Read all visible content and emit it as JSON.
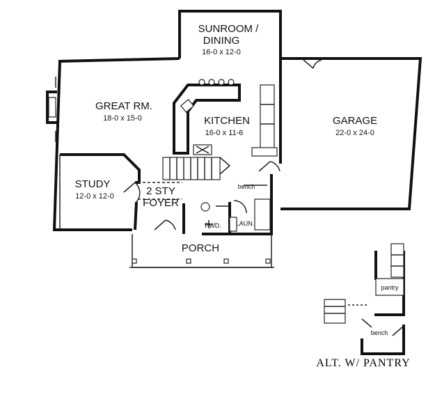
{
  "rooms": {
    "sunroom": {
      "name": "SUNROOM /",
      "name2": "DINING",
      "size": "16-0 x 12-0"
    },
    "great_room": {
      "name": "GREAT RM.",
      "size": "18-0 x 15-0"
    },
    "kitchen": {
      "name": "KITCHEN",
      "size": "16-0 x 11-6"
    },
    "garage": {
      "name": "GARAGE",
      "size": "22-0 x 24-0"
    },
    "study": {
      "name": "STUDY",
      "size": "12-0 x 12-0"
    },
    "foyer": {
      "name": "2 STY",
      "name2": "FOYER"
    },
    "porch": {
      "name": "PORCH"
    },
    "bench": {
      "name": "bench"
    },
    "pwd": {
      "name": "PWD."
    },
    "laun": {
      "name": "LAUN."
    }
  },
  "alt_plan": {
    "caption": "ALT. W/ PANTRY",
    "pantry": "pantry",
    "bench": "bench"
  }
}
